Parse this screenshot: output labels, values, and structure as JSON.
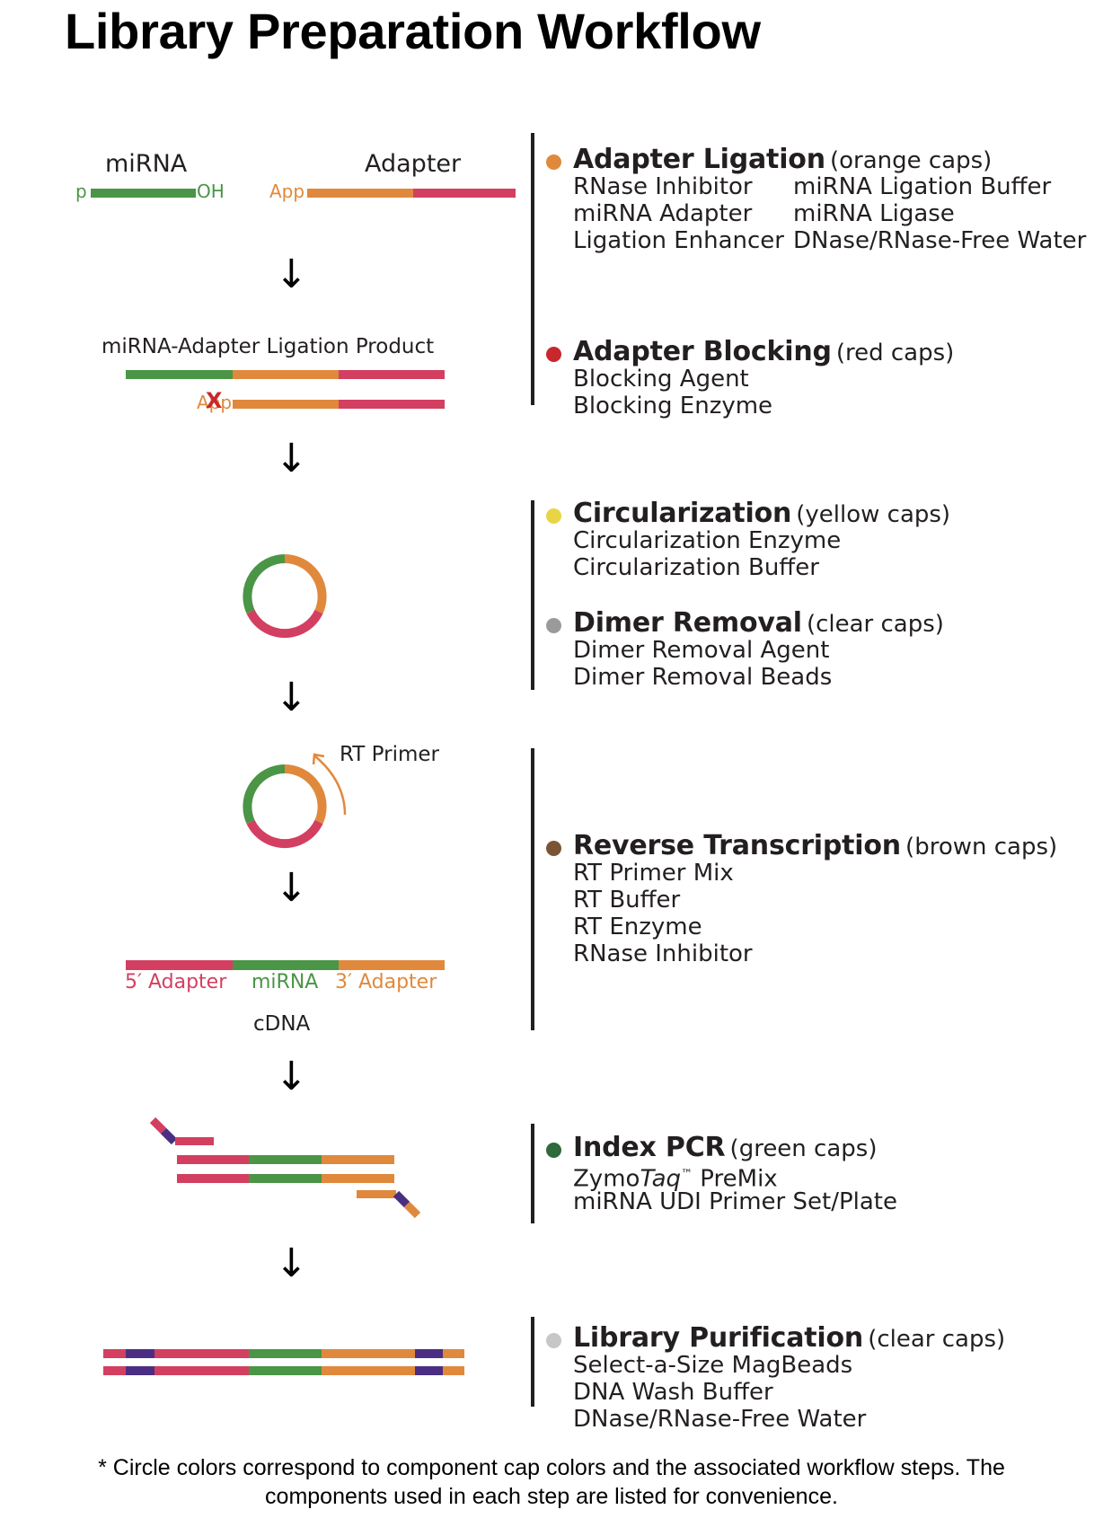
{
  "title": "Library Preparation Workflow",
  "colors": {
    "green": "#4a9546",
    "orange": "#e0893c",
    "pink": "#d33f61",
    "purple": "#4b2e83",
    "red_x": "#c8282d",
    "yellow": "#e8d545",
    "gray": "#9a9a9a",
    "brown": "#7b5533",
    "dark_green": "#2f6a3a",
    "light_gray": "#c7c7c7"
  },
  "diagram": {
    "mirna_label": "miRNA",
    "adapter_label": "Adapter",
    "p_label": "p",
    "oh_label": "OH",
    "app_label": "App",
    "app_label_blocked": "App",
    "blocked_mark": "X",
    "ligation_product_label": "miRNA-Adapter Ligation Product",
    "rt_primer_label": "RT Primer",
    "five_adapter_label": "5′ Adapter",
    "cdna_mirna_label": "miRNA",
    "three_adapter_label": "3′ Adapter",
    "cdna_label": "cDNA",
    "arrow_glyph": "↓"
  },
  "steps": [
    {
      "name": "Adapter Ligation",
      "caps": "(orange caps)",
      "dot_color": "#e0893c",
      "components_left": [
        "RNase Inhibitor",
        "miRNA Adapter",
        "Ligation Enhancer"
      ],
      "components_right": [
        "miRNA Ligation Buffer",
        "miRNA Ligase",
        "DNase/RNase-Free Water"
      ]
    },
    {
      "name": "Adapter Blocking",
      "caps": "(red caps)",
      "dot_color": "#c8282d",
      "components_left": [
        "Blocking Agent",
        "Blocking Enzyme"
      ]
    },
    {
      "name": "Circularization",
      "caps": "(yellow caps)",
      "dot_color": "#e8d545",
      "components_left": [
        "Circularization Enzyme",
        "Circularization Buffer"
      ]
    },
    {
      "name": "Dimer Removal",
      "caps": "(clear caps)",
      "dot_color": "#9a9a9a",
      "components_left": [
        "Dimer Removal Agent",
        "Dimer Removal Beads"
      ]
    },
    {
      "name": "Reverse Transcription",
      "caps": "(brown caps)",
      "dot_color": "#7b5533",
      "components_left": [
        "RT Primer Mix",
        "RT Buffer",
        "RT Enzyme",
        "RNase Inhibitor"
      ]
    },
    {
      "name": "Index PCR",
      "caps": "(green caps)",
      "dot_color": "#2f6a3a",
      "zymotaq": {
        "prefix": "Zymo",
        "italic": "Taq",
        "tm": "™",
        "suffix": " PreMix"
      },
      "components_left": [
        "miRNA UDI Primer Set/Plate"
      ]
    },
    {
      "name": "Library Purification",
      "caps": "(clear caps)",
      "dot_color": "#c7c7c7",
      "components_left": [
        "Select-a-Size MagBeads",
        "DNA Wash Buffer",
        "DNase/RNase-Free Water"
      ]
    }
  ],
  "footnote": "* Circle colors correspond to component cap colors and the associated workflow steps. The components used in each step are listed for convenience."
}
